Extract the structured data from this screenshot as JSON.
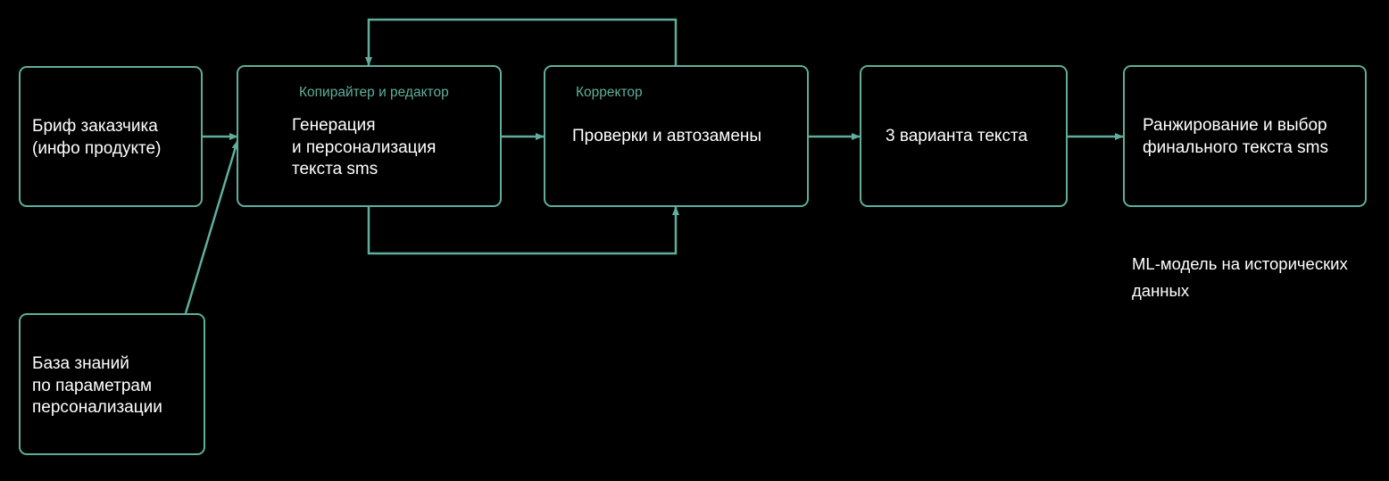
{
  "colors": {
    "background": "#000000",
    "accent": "#5fae9c",
    "text": "#ffffff"
  },
  "nodes": {
    "brief": {
      "text": "Бриф заказчика\n(инфо продукте)"
    },
    "knowledge_base": {
      "text": "База знаний\nпо параметрам\nперсонализации"
    },
    "generation": {
      "role": "Копирайтер и редактор",
      "text": "Генерация\nи персонализация\nтекста sms"
    },
    "checks": {
      "role": "Корректор",
      "text": "Проверки и автозамены"
    },
    "variants": {
      "text": "3 варианта текста"
    },
    "ranking": {
      "text": "Ранжирование и выбор\nфинального текста sms"
    }
  },
  "ml_note": "ML-модель на исторических\nданных"
}
